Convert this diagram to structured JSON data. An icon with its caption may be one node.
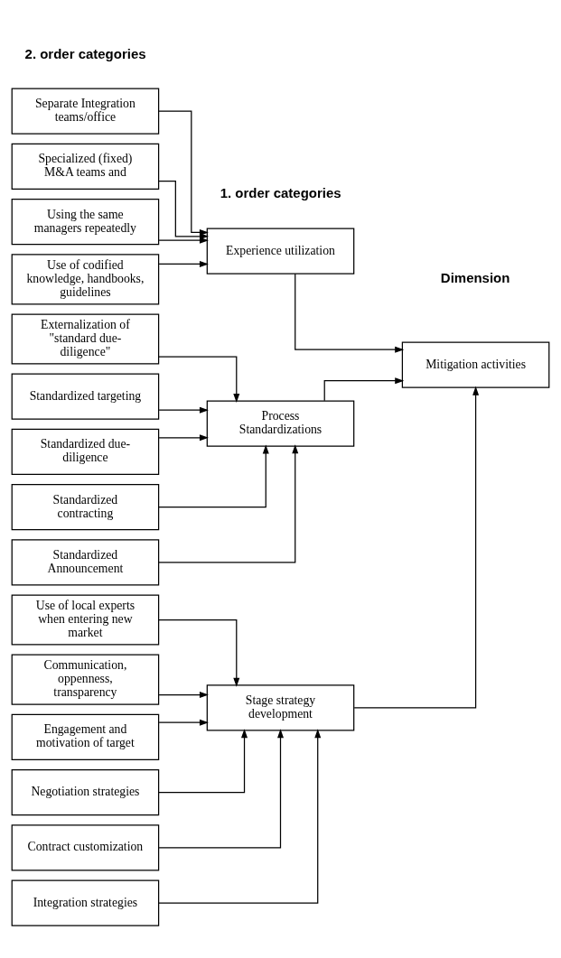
{
  "diagram": {
    "nodes": [
      {
        "text": [
          "Separate Integration teams/office"
        ]
      },
      {
        "text": [
          "Specialized (fixed) M&A teams and"
        ]
      },
      {
        "text": [
          "Using the same managers repeatedly"
        ]
      },
      {
        "text": [
          "Use of codified knowledge, handbooks, guidelines"
        ]
      },
      {
        "text": [
          "Externalization of \"standard due-diligence\""
        ]
      },
      {
        "text": [
          "Standardized targeting"
        ]
      },
      {
        "text": [
          "Standardized due-diligence"
        ]
      },
      {
        "text": [
          "Standardized contracting"
        ]
      },
      {
        "text": [
          "Standardized Announcement"
        ]
      },
      {
        "text": [
          "Use of local experts when entering new market"
        ]
      },
      {
        "text": [
          "Communication, oppenness, transparency"
        ]
      },
      {
        "text": [
          "Engagement and motivation of target"
        ]
      },
      {
        "text": [
          "Negotiation strategies"
        ]
      },
      {
        "text": [
          "Contract customization"
        ]
      },
      {
        "text": [
          "Integration strategies"
        ]
      },
      {
        "text": [
          "Experience utilization"
        ]
      },
      {
        "text": [
          "Process Standardizations"
        ]
      },
      {
        "text": [
          "Stage strategy development"
        ]
      },
      {
        "text": [
          "Mitigation activities"
        ]
      }
    ],
    "edges": [
      {
        "from": 0,
        "to": 15,
        "arrow": "to"
      },
      {
        "from": 1,
        "to": 15,
        "arrow": "to"
      },
      {
        "from": 2,
        "to": 15,
        "arrow": "to"
      },
      {
        "from": 3,
        "to": 15,
        "arrow": "to"
      },
      {
        "from": 4,
        "to": 16,
        "arrow": "to"
      },
      {
        "from": 5,
        "to": 16,
        "arrow": "to"
      },
      {
        "from": 6,
        "to": 16,
        "arrow": "to"
      },
      {
        "from": 7,
        "to": 16,
        "arrow": "to"
      },
      {
        "from": 8,
        "to": 16,
        "arrow": "to"
      },
      {
        "from": 9,
        "to": 17,
        "arrow": "to"
      },
      {
        "from": 10,
        "to": 17,
        "arrow": "to"
      },
      {
        "from": 11,
        "to": 17,
        "arrow": "to"
      },
      {
        "from": 12,
        "to": 17,
        "arrow": "to"
      },
      {
        "from": 13,
        "to": 17,
        "arrow": "to"
      },
      {
        "from": 14,
        "to": 17,
        "arrow": "to"
      },
      {
        "from": 15,
        "to": 18,
        "arrow": "to"
      },
      {
        "from": 16,
        "to": 18,
        "arrow": "to"
      },
      {
        "from": 17,
        "to": 18,
        "arrow": "to"
      }
    ],
    "labels": [
      "2. order categories",
      "1. order categories",
      "Dimension"
    ]
  }
}
